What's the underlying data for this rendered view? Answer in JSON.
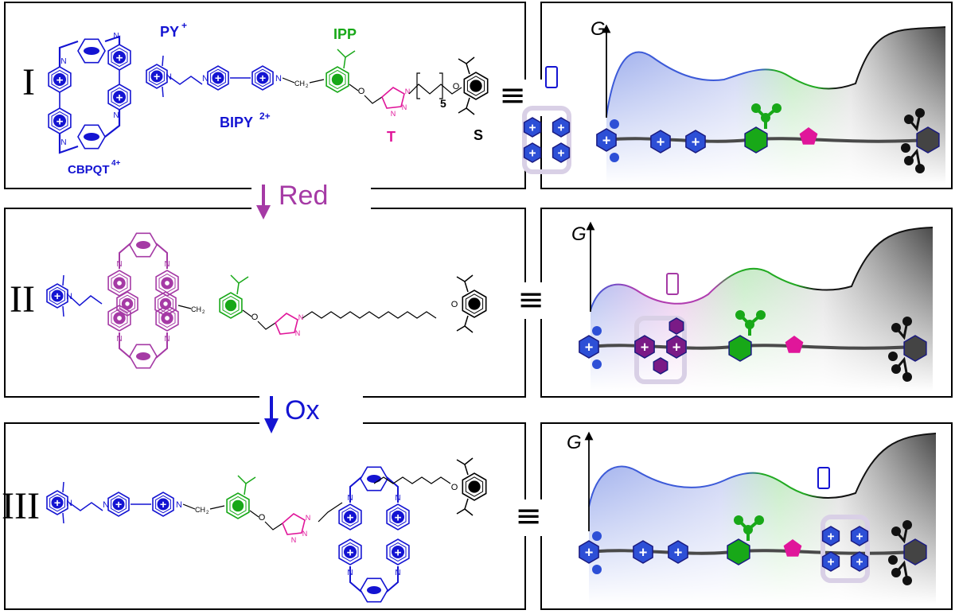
{
  "colors": {
    "blue": "#1414d2",
    "bead_blue": "#2d4fd6",
    "magenta": "#a53aa5",
    "green": "#18a818",
    "pink": "#e0169a",
    "black": "#000000",
    "grey_bead": "#444444",
    "chain": "#4a4a4a",
    "ring_pale": "#d9d0e6",
    "dark_purple": "#7a1a86"
  },
  "stages": [
    {
      "id": "I",
      "numeral": "I"
    },
    {
      "id": "II",
      "numeral": "II"
    },
    {
      "id": "III",
      "numeral": "III"
    }
  ],
  "arrows": [
    {
      "label": "Red",
      "color": "#a53aa5"
    },
    {
      "label": "Ox",
      "color": "#1414d2"
    }
  ],
  "equiv_symbol": "≡",
  "labels": {
    "cbpqt": "CBPQT",
    "cbpqt_sup": "4+",
    "py": "PY",
    "py_sup": "+",
    "bipy": "BIPY",
    "bipy_sup": "2+",
    "ipp": "IPP",
    "t": "T",
    "s": "S",
    "chain_repeat": "5",
    "atom_n": "N",
    "atom_o": "O",
    "ch2": "CH",
    "ch2_sub": "2",
    "plus": "+",
    "energy_axis": "G"
  }
}
